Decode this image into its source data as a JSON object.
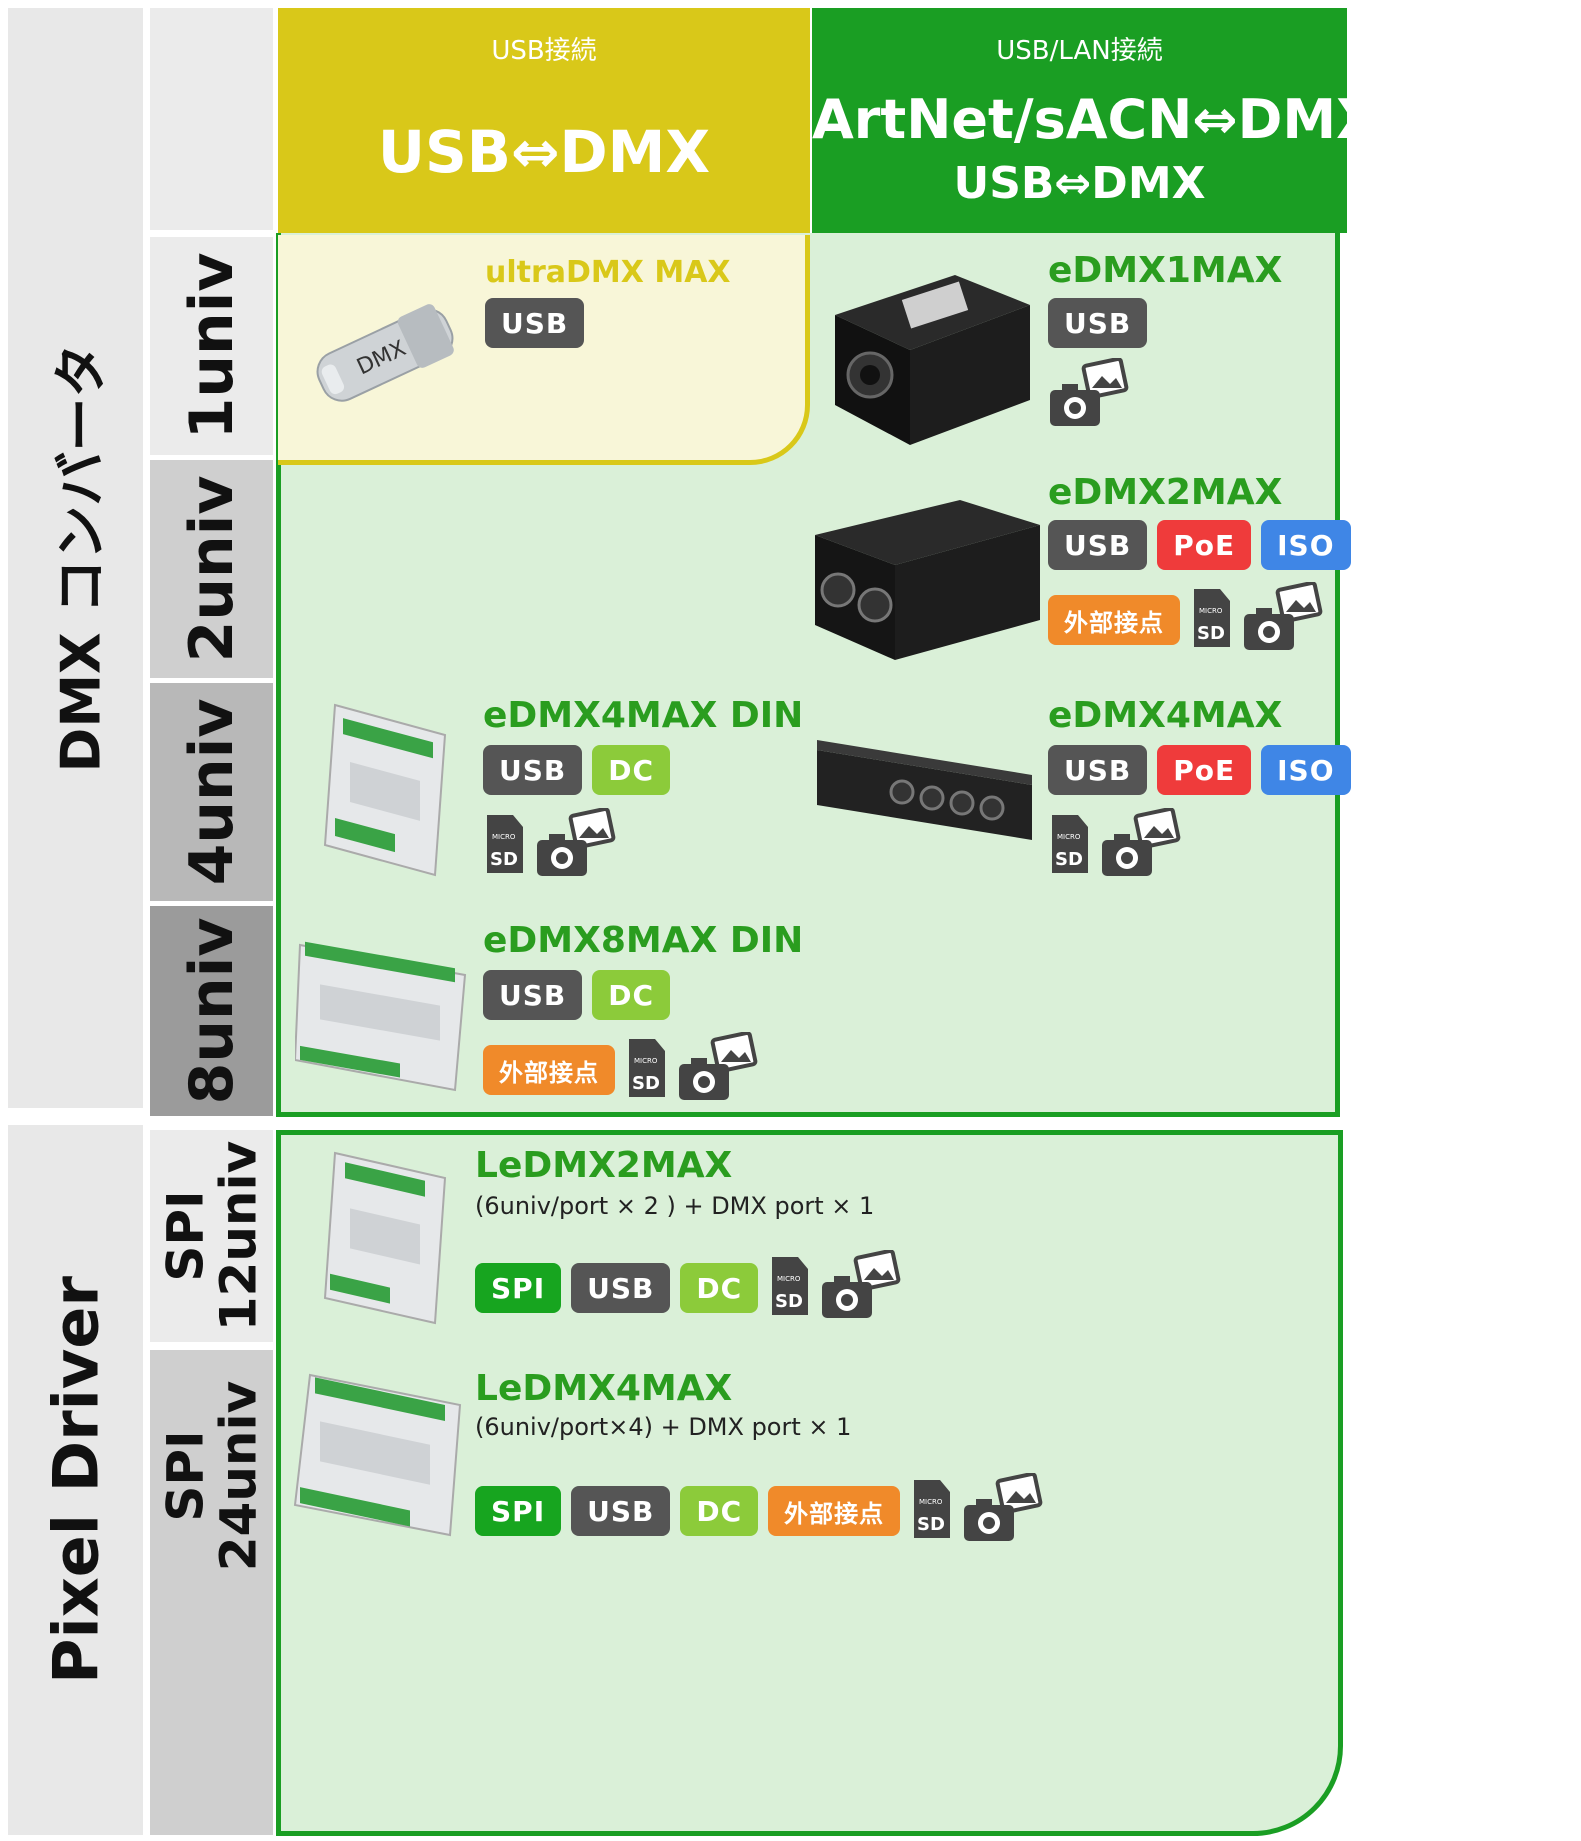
{
  "colors": {
    "usb_yellow": "#d9c819",
    "artnet_green": "#1a9e23",
    "light_green": "#daf0d8",
    "light_yellow": "#f8f6d8",
    "usb_badge": "#555555",
    "poe_badge": "#ef3b3b",
    "iso_badge": "#3f86e6",
    "dc_badge": "#8ccb3a",
    "spi_badge": "#17a51f",
    "ext_badge": "#f08a2a"
  },
  "categories": {
    "dmx": "DMX コンバータ",
    "pixel": "Pixel Driver"
  },
  "universes": {
    "u1": "1univ",
    "u2": "2univ",
    "u4": "4univ",
    "u8": "8univ",
    "spi12_line1": "SPI",
    "spi12_line2": "12univ",
    "spi24_line1": "SPI",
    "spi24_line2": "24univ"
  },
  "headers": {
    "usb": {
      "sub": "USB接続",
      "main": "USB⇔DMX"
    },
    "artnet": {
      "sub": "USB/LAN接続",
      "main": "ArtNet/sACN⇔DMX",
      "main2": "USB⇔DMX"
    }
  },
  "badge_labels": {
    "usb": "USB",
    "poe": "PoE",
    "iso": "ISO",
    "dc": "DC",
    "spi": "SPI",
    "ext": "外部接点"
  },
  "products": {
    "ultradmx": {
      "name": "ultraDMX MAX",
      "badges": [
        "USB"
      ],
      "icons": []
    },
    "edmx1": {
      "name": "eDMX1MAX",
      "badges": [
        "USB"
      ],
      "icons": [
        "camera-gallery-icon"
      ]
    },
    "edmx2": {
      "name": "eDMX2MAX",
      "badges": [
        "USB",
        "PoE",
        "ISO"
      ],
      "extras": [
        "外部接点"
      ],
      "icons": [
        "sd-card-icon",
        "camera-gallery-icon"
      ]
    },
    "edmx4din": {
      "name": "eDMX4MAX DIN",
      "badges": [
        "USB",
        "DC"
      ],
      "icons": [
        "sd-card-icon",
        "camera-gallery-icon"
      ]
    },
    "edmx4": {
      "name": "eDMX4MAX",
      "badges": [
        "USB",
        "PoE",
        "ISO"
      ],
      "icons": [
        "sd-card-icon",
        "camera-gallery-icon"
      ]
    },
    "edmx8din": {
      "name": "eDMX8MAX DIN",
      "badges": [
        "USB",
        "DC"
      ],
      "extras": [
        "外部接点"
      ],
      "icons": [
        "sd-card-icon",
        "camera-gallery-icon"
      ]
    },
    "ledmx2": {
      "name": "LeDMX2MAX",
      "desc": "(6univ/port × 2 ) + DMX port × 1",
      "badges": [
        "SPI",
        "USB",
        "DC"
      ],
      "icons": [
        "sd-card-icon",
        "camera-gallery-icon"
      ]
    },
    "ledmx4": {
      "name": "LeDMX4MAX",
      "desc": "(6univ/port×4) + DMX port × 1",
      "badges": [
        "SPI",
        "USB",
        "DC",
        "外部接点"
      ],
      "icons": [
        "sd-card-icon",
        "camera-gallery-icon"
      ]
    }
  },
  "icon_labels": {
    "sd_small": "MICRO",
    "sd_big": "SD"
  }
}
